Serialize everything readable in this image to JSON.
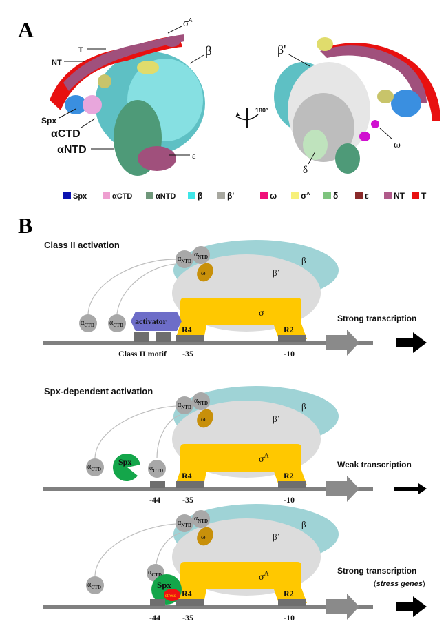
{
  "panel_a": {
    "label": "A",
    "rotation_label": "180°",
    "left_view_labels": {
      "sigmaA": "σ",
      "sigmaA_sup": "A",
      "beta": "β",
      "T": "T",
      "NT": "NT",
      "Spx": "Spx",
      "aCTD": "αCTD",
      "aNTD": "αNTD",
      "epsilon": "ε"
    },
    "right_view_labels": {
      "beta_prime": "β'",
      "omega": "ω",
      "delta": "δ"
    },
    "legend": [
      {
        "label": "Spx",
        "color": "#0a12b0"
      },
      {
        "label": "αCTD",
        "color": "#ee9fd0"
      },
      {
        "label": "αNTD",
        "color": "#6f977a"
      },
      {
        "label": "β",
        "color": "#3fe6e8"
      },
      {
        "label": "β'",
        "color": "#a8a8a0"
      },
      {
        "label": "ω",
        "color": "#f0107a"
      },
      {
        "label": "σA",
        "color": "#f7f07a"
      },
      {
        "label": "δ",
        "color": "#7ec47e"
      },
      {
        "label": "ε",
        "color": "#8a2a2a"
      },
      {
        "label": "NT",
        "color": "#b05a8a"
      },
      {
        "label": "T",
        "color": "#e81010"
      }
    ]
  },
  "panel_b": {
    "label": "B",
    "common": {
      "alpha": "α",
      "ntd": "NTD",
      "ctd": "CTD",
      "omega": "ω",
      "beta": "β",
      "beta_prime": "β’",
      "R4": "R4",
      "R2": "R2",
      "minus35": "-35",
      "minus10": "-10",
      "minus44": "-44"
    },
    "scenarios": [
      {
        "title": "Class II activation",
        "sigma_label": "σ",
        "sigma_sup": "",
        "activator_label": "activator",
        "motif_label": "Class II motif",
        "outcome": "Strong transcription",
        "outcome_sub": "",
        "strength": "strong"
      },
      {
        "title": "Spx-dependent activation",
        "sigma_label": "σ",
        "sigma_sup": "A",
        "spx_label": "Spx",
        "outcome": "Weak transcription",
        "outcome_sub": "",
        "strength": "weak"
      },
      {
        "title": "",
        "sigma_label": "σ",
        "sigma_sup": "A",
        "spx_label": "Spx",
        "stress_label": "stress",
        "outcome": "Strong transcription",
        "outcome_sub_open": "(",
        "outcome_sub": "stress genes",
        "outcome_sub_close": ")",
        "strength": "strong"
      }
    ]
  },
  "colors": {
    "beta": "#9fd3d6",
    "beta_prime": "#dcdcdc",
    "sigma": "#ffc800",
    "omega": "#c8900a",
    "alpha": "#a8a8a8",
    "activator": "#6d6dc8",
    "spx": "#14a64a",
    "stress": "#ee1111",
    "dna": "#808080",
    "box": "#6e6e6e"
  }
}
